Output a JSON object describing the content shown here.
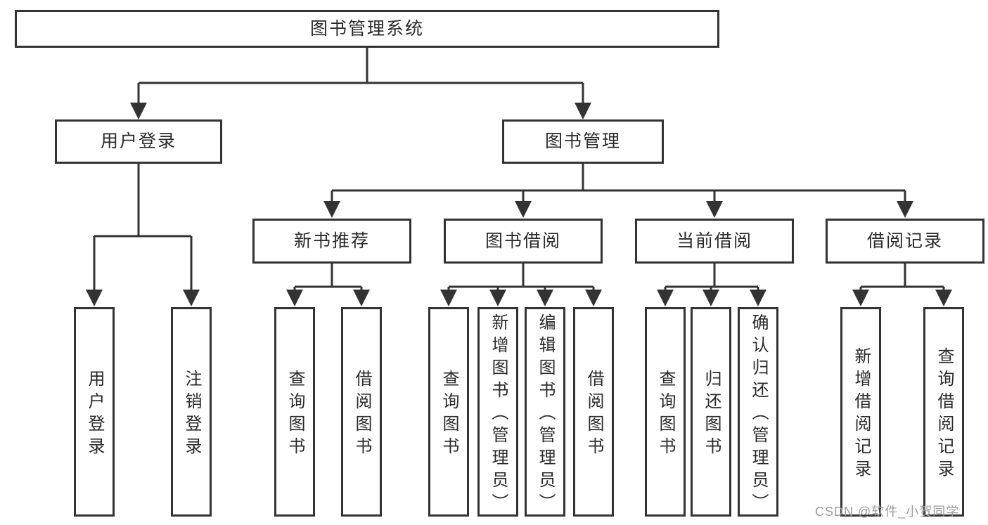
{
  "colors": {
    "line": "#333333",
    "box_border": "#333333",
    "box_background": "#ffffff",
    "text": "#2a2a2a",
    "watermark_text_color": "#9c9c9c"
  },
  "diagram": {
    "root": {
      "label": "图书管理系统"
    },
    "login": {
      "label": "用户登录",
      "children": [
        {
          "label": "用户登录"
        },
        {
          "label": "注销登录"
        }
      ]
    },
    "management": {
      "label": "图书管理",
      "sections": [
        {
          "label": "新书推荐",
          "children": [
            {
              "label": "查询图书"
            },
            {
              "label": "借阅图书"
            }
          ]
        },
        {
          "label": "图书借阅",
          "children": [
            {
              "label": "查询图书"
            },
            {
              "label": "新增图书（管理员）"
            },
            {
              "label": "编辑图书（管理员）"
            },
            {
              "label": "借阅图书"
            }
          ]
        },
        {
          "label": "当前借阅",
          "children": [
            {
              "label": "查询图书"
            },
            {
              "label": "归还图书"
            },
            {
              "label": "确认归还（管理员）"
            }
          ]
        },
        {
          "label": "借阅记录",
          "children": [
            {
              "label": "新增借阅记录"
            },
            {
              "label": "查询借阅记录"
            }
          ]
        }
      ]
    }
  },
  "watermark": {
    "text": "CSDN @软件_小贺同学"
  }
}
